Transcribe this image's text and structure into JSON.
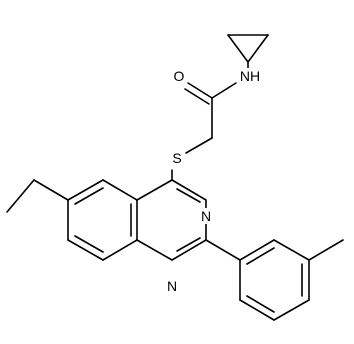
{
  "molecule": {
    "atom_labels": {
      "oxygen": "O",
      "amide_nitrogen": "NH",
      "sulfur": "S",
      "ring_nitrogen_upper": "N",
      "ring_nitrogen_lower": "N"
    }
  },
  "colors": {
    "bond": "#000000",
    "background": "#ffffff"
  }
}
